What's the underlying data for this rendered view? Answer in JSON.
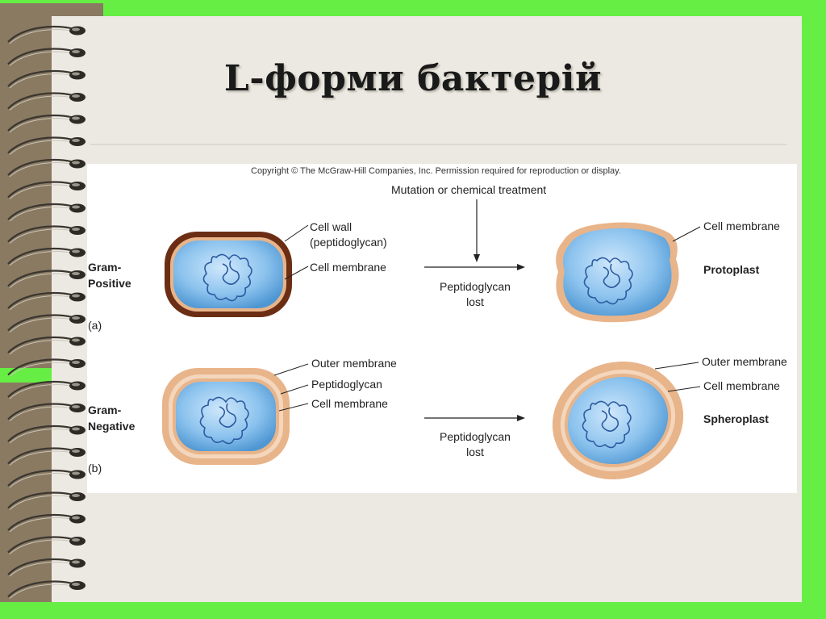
{
  "slide": {
    "title": "L-форми бактерій"
  },
  "figure": {
    "copyright": "Copyright © The McGraw-Hill Companies, Inc. Permission required for reproduction or display.",
    "treatment": "Mutation or chemical treatment",
    "panel_a": {
      "label": "(a)",
      "group_line1": "Gram-",
      "group_line2": "Positive",
      "cell_wall_line1": "Cell wall",
      "cell_wall_line2": "(peptidoglycan)",
      "cell_membrane": "Cell membrane",
      "arrow_line1": "Peptidoglycan",
      "arrow_line2": "lost",
      "result_membrane": "Cell membrane",
      "result_name": "Protoplast"
    },
    "panel_b": {
      "label": "(b)",
      "group_line1": "Gram-",
      "group_line2": "Negative",
      "outer_membrane": "Outer membrane",
      "peptidoglycan": "Peptidoglycan",
      "cell_membrane": "Cell membrane",
      "arrow_line1": "Peptidoglycan",
      "arrow_line2": "lost",
      "result_outer_membrane": "Outer membrane",
      "result_cell_membrane": "Cell membrane",
      "result_name": "Spheroplast"
    }
  },
  "colors": {
    "background": "#66ee44",
    "paper": "#ece9e3",
    "binder": "#8a7a62",
    "cytoplasm": "#6fb2e6",
    "cell_wall_gram_positive": "#6b2e14",
    "membrane": "#e8b48a"
  }
}
